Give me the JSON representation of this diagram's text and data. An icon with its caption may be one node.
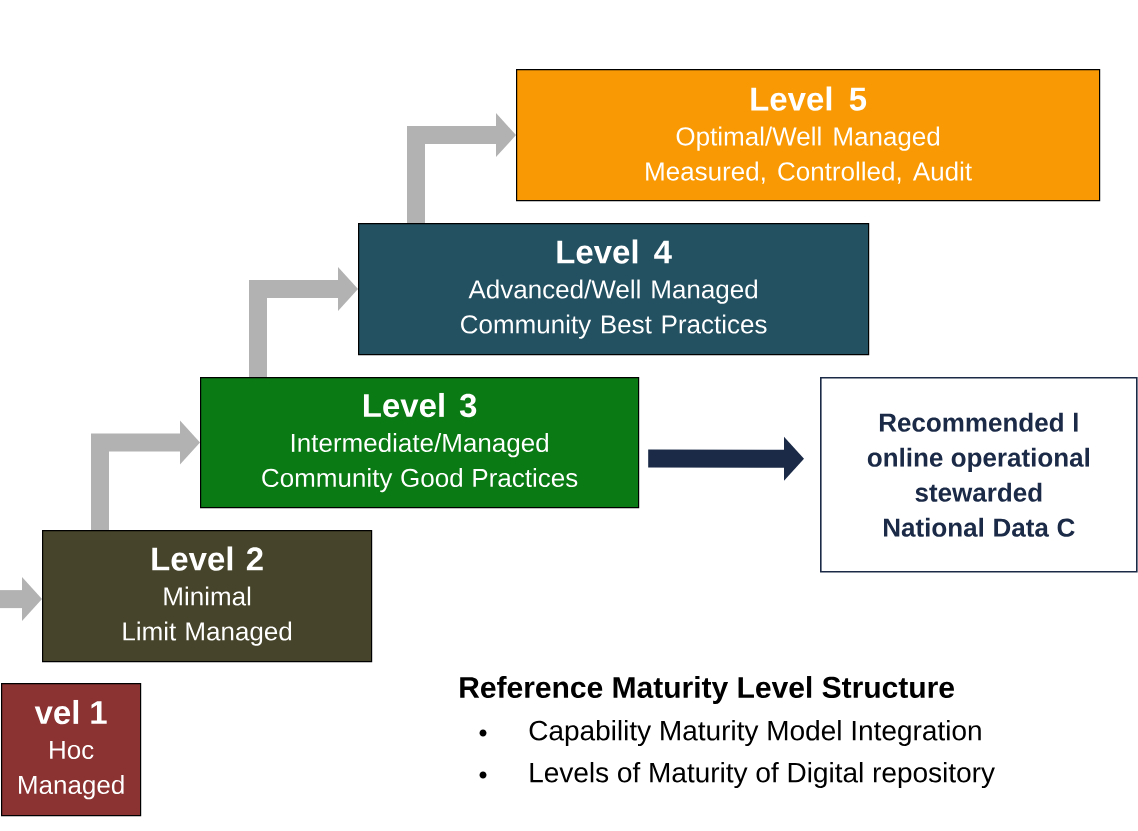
{
  "diagram": {
    "nodes": [
      {
        "text": [
          "vel 1",
          "Hoc",
          "Managed"
        ]
      },
      {
        "text": [
          "Level 2",
          "Minimal",
          "Limit Managed"
        ]
      },
      {
        "text": [
          "Level 3",
          "Intermediate/Managed",
          "Community Good Practices"
        ]
      },
      {
        "text": [
          "Level 4",
          "Advanced/Well Managed",
          "Community Best Practices"
        ]
      },
      {
        "text": [
          "Level 5",
          "Optimal/Well Managed",
          "Measured, Controlled, Audit"
        ]
      },
      {
        "text": [
          "Recommended l",
          "online operational",
          "stewarded",
          "National Data C"
        ]
      }
    ],
    "edges": [
      {
        "from": null,
        "to": 1,
        "arrow": "to"
      },
      {
        "from": 1,
        "to": 2,
        "arrow": "to"
      },
      {
        "from": 2,
        "to": 3,
        "arrow": "to"
      },
      {
        "from": 3,
        "to": 4,
        "arrow": "to"
      },
      {
        "from": 2,
        "to": 5,
        "arrow": "to",
        "color": "#1b2a47"
      }
    ],
    "labels": [
      "Reference Maturity Level Structure",
      "Capability Maturity Model Integration",
      "Levels of Maturity of Digital repository"
    ]
  }
}
